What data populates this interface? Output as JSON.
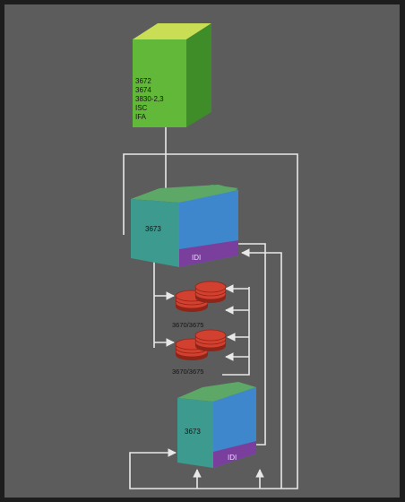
{
  "colors": {
    "frame": "#1d1d1d",
    "panel": "#5c5c5c",
    "line": "#e8e8e8",
    "host_front": "#62b838",
    "host_side": "#3e8d28",
    "host_top": "#c9dd55",
    "controller_front": "#3c9a8e",
    "controller_side": "#3f87cc",
    "controller_top": "#5ea867",
    "idi_band": "#7a3f9c",
    "disk": "#d2402f",
    "disk_dark": "#8f2418",
    "label_text": "#141414",
    "idi_text": "#e6e0f2"
  },
  "host": {
    "labels": [
      "3672",
      "3674",
      "3830-2,3",
      "ISC",
      "IFA"
    ]
  },
  "controllers": [
    {
      "label": "3673",
      "band_label": "IDI"
    },
    {
      "label": "3673",
      "band_label": "IDI"
    }
  ],
  "disk_groups": [
    {
      "label": "3670/3675"
    },
    {
      "label": "3670/3675"
    }
  ]
}
